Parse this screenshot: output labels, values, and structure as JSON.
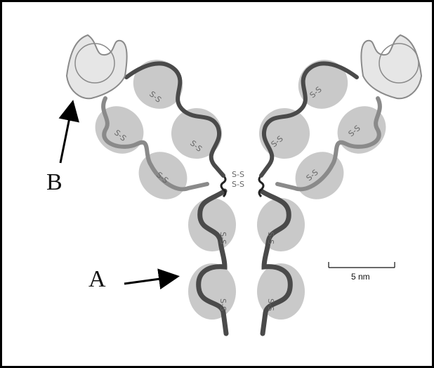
{
  "figure": {
    "label_a": "A",
    "label_b": "B",
    "scale_bar": "5 nm",
    "disulfide_bond": "S-S"
  },
  "colors": {
    "domain_fill": "#c9c9c9",
    "heavy_chain": "#4a4a4a",
    "light_chain": "#8a8a8a",
    "antigen_site": "#e6e6e6",
    "arrow": "#000000"
  }
}
